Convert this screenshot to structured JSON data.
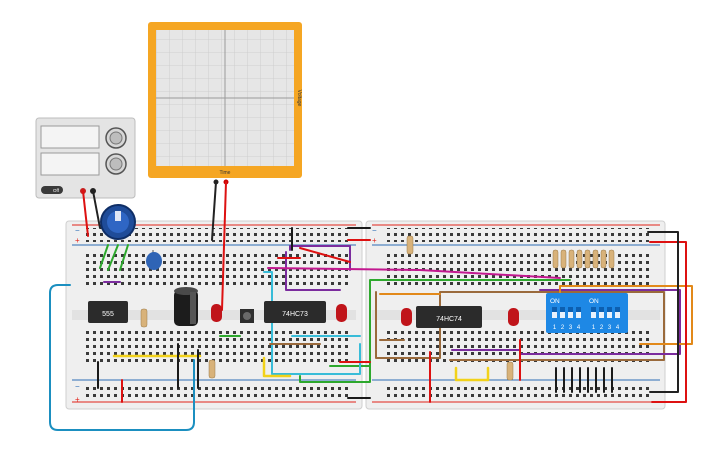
{
  "oscilloscope": {
    "x_label": "Time",
    "y_label": "Voltage"
  },
  "power_supply": {
    "button_label": "Off"
  },
  "chips": {
    "timer": "555",
    "jk_flipflop": "74HC73",
    "d_flipflop": "74HC74"
  },
  "dip_switch": {
    "on_label_1": "ON",
    "on_label_2": "ON",
    "numbers_1": [
      "1",
      "2",
      "3",
      "4"
    ],
    "numbers_2": [
      "1",
      "2",
      "3",
      "4"
    ]
  },
  "breadboard": {
    "plus_label": "+",
    "minus_label": "−"
  },
  "colors": {
    "scope_frame": "#f5a623",
    "breadboard": "#efefef",
    "rail_red": "#e2231a",
    "rail_blue": "#2c6db5",
    "dip_blue": "#1e88e5",
    "chip_black": "#2b2b2b"
  }
}
